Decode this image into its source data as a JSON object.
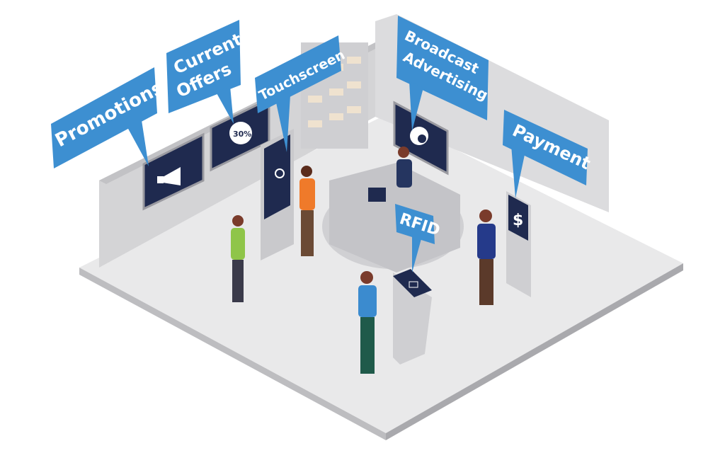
{
  "labels": {
    "promotions": "Promotions",
    "current_offers_1": "Current",
    "current_offers_2": "Offers",
    "touchscreen": "Touchscreen",
    "broadcast_1": "Broadcast",
    "broadcast_2": "Advertising",
    "payment": "Payment",
    "rfid": "RFID"
  },
  "screens": {
    "discount": "30%",
    "currency": "$"
  },
  "icons": [
    "megaphone-icon",
    "discount-badge-icon",
    "touch-icon",
    "logo-icon",
    "dollar-icon",
    "rfid-card-icon"
  ],
  "colors": {
    "callout": "#3d8fd1",
    "screen": "#1f2a4f",
    "floor": "#e9e9ea",
    "wall": "#d4d4d6"
  }
}
